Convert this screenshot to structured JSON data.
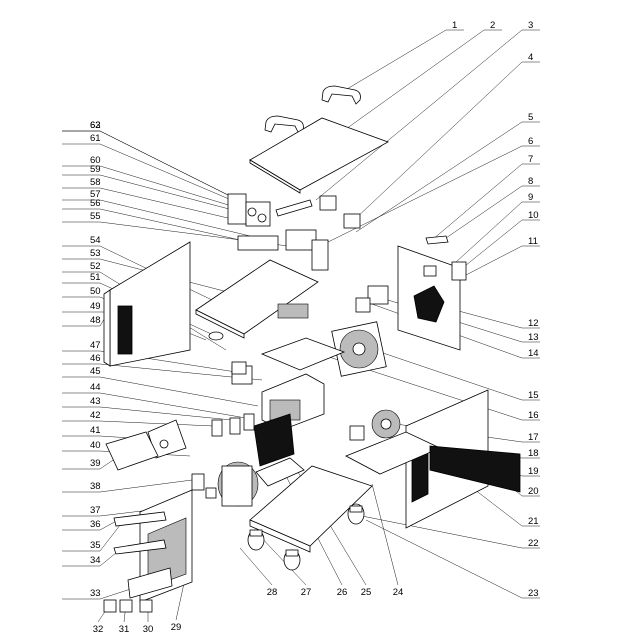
{
  "diagram": {
    "callouts": {
      "right": [
        "1",
        "2",
        "3",
        "4",
        "5",
        "6",
        "7",
        "8",
        "9",
        "10",
        "11",
        "12",
        "13",
        "14",
        "15",
        "16",
        "17",
        "18",
        "19",
        "20",
        "21",
        "22",
        "23"
      ],
      "bottom": [
        "24",
        "25",
        "26",
        "27",
        "28",
        "29",
        "30",
        "31",
        "32"
      ],
      "left": [
        "33",
        "34",
        "35",
        "36",
        "37",
        "38",
        "39",
        "40",
        "41",
        "42",
        "43",
        "44",
        "45",
        "46",
        "47",
        "48",
        "49",
        "50",
        "51",
        "52",
        "53",
        "54",
        "55",
        "56",
        "57",
        "58",
        "59",
        "60",
        "61",
        "62",
        "63"
      ]
    }
  }
}
